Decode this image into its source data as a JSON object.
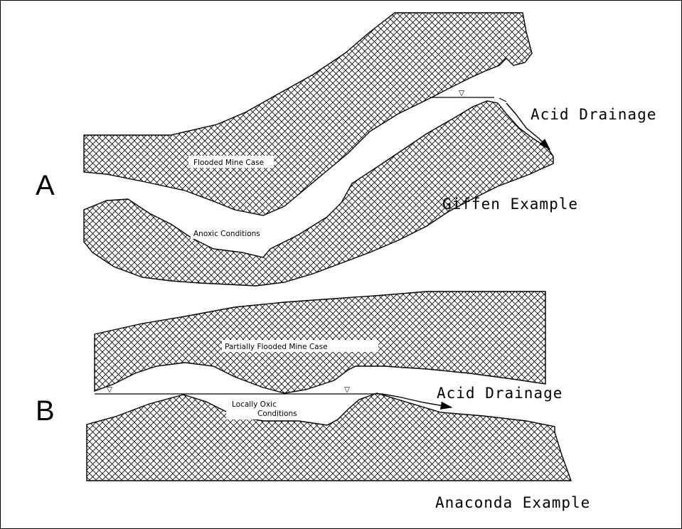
{
  "panels": {
    "a": {
      "letter": "A",
      "zone_label_upper": "Flooded Mine Case",
      "zone_label_lower": "Anoxic Conditions",
      "drainage_label": "Acid Drainage",
      "example_label": "Giffen Example",
      "water_table_symbol": "▽"
    },
    "b": {
      "letter": "B",
      "zone_label_upper": "Partially Flooded Mine Case",
      "zone_label_lower_1": "Locally Oxic",
      "zone_label_lower_2": "Conditions",
      "drainage_label": "Acid Drainage",
      "example_label": "Anaconda Example",
      "water_table_symbol": "▽"
    }
  }
}
